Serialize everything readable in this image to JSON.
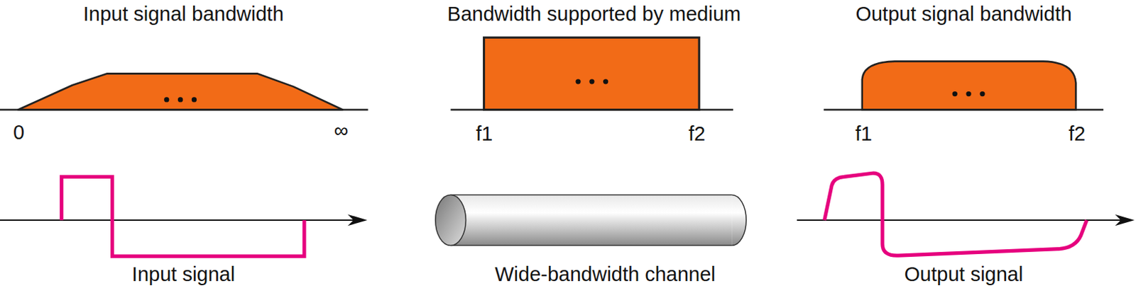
{
  "diagram": {
    "labels": [
      "Input signal bandwidth",
      "Bandwidth supported by medium",
      "Output signal bandwidth",
      "0",
      "∞",
      "f1",
      "f2",
      "f1",
      "f2",
      "Input signal",
      "Wide-bandwidth channel",
      "Output signal"
    ]
  }
}
